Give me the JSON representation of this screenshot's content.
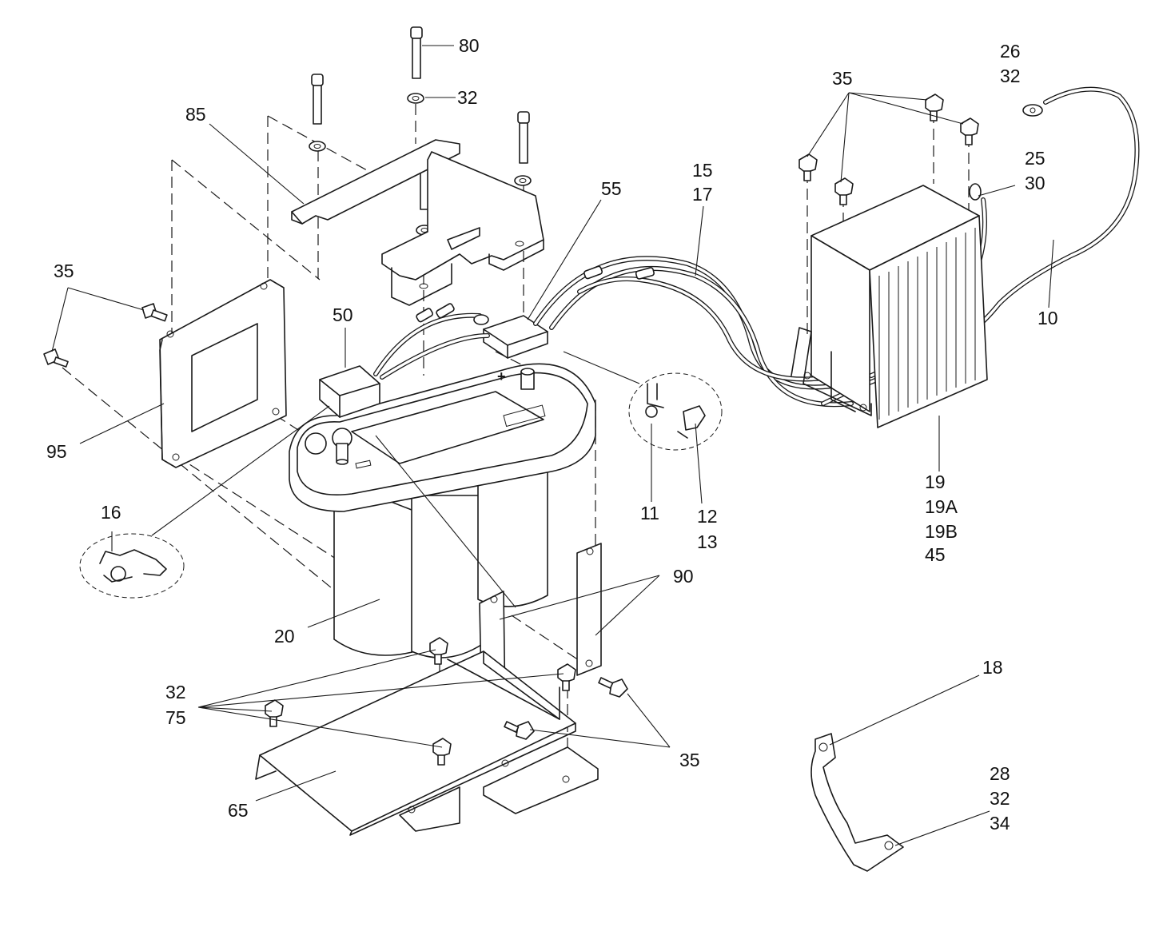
{
  "callouts": {
    "c80": "80",
    "c32_top": "32",
    "c85": "85",
    "c35_left": "35",
    "c95": "95",
    "c50": "50",
    "c55": "55",
    "c15": "15",
    "c17": "17",
    "c35_top": "35",
    "c26": "26",
    "c32_right": "32",
    "c25": "25",
    "c30": "30",
    "c10": "10",
    "c16": "16",
    "c11": "11",
    "c12": "12",
    "c13": "13",
    "c19": "19",
    "c19A": "19A",
    "c19B": "19B",
    "c45": "45",
    "c90": "90",
    "c20": "20",
    "c32_bottom": "32",
    "c75": "75",
    "c35_bottom": "35",
    "c65": "65",
    "c18": "18",
    "c28": "28",
    "c32_strap": "32",
    "c34": "34"
  },
  "battery_label": "+"
}
